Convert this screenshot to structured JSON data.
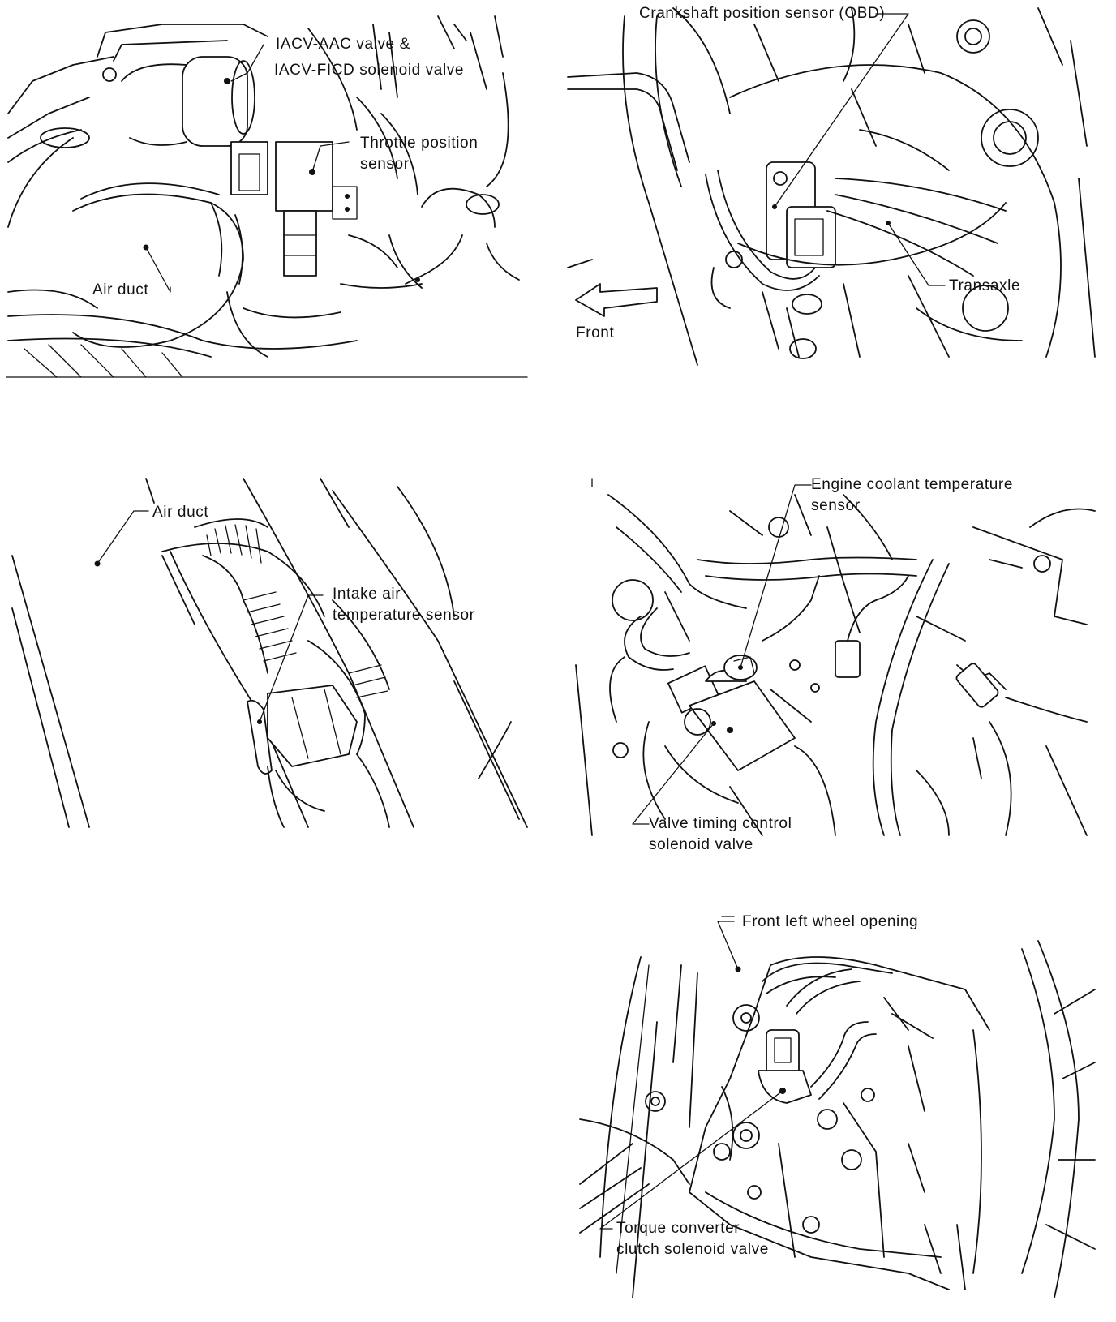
{
  "panels": {
    "throttle": {
      "iacv_line1": "IACV-AAC valve &",
      "iacv_line2": "IACV-FICD solenoid valve",
      "tps_line1": "Throttle position",
      "tps_line2": "sensor",
      "air_duct": "Air duct"
    },
    "crankshaft": {
      "sensor": "Crankshaft position sensor (OBD)",
      "transaxle": "Transaxle",
      "front": "Front"
    },
    "intake_air": {
      "air_duct": "Air duct",
      "iat_line1": "Intake air",
      "iat_line2": "temperature sensor"
    },
    "coolant": {
      "ect_line1": "Engine coolant temperature",
      "ect_line2": "sensor",
      "vtc_line1": "Valve timing control",
      "vtc_line2": "solenoid valve"
    },
    "torque": {
      "wheel": "Front left wheel opening",
      "tcc_line1": "Torque converter",
      "tcc_line2": "clutch solenoid valve"
    }
  }
}
